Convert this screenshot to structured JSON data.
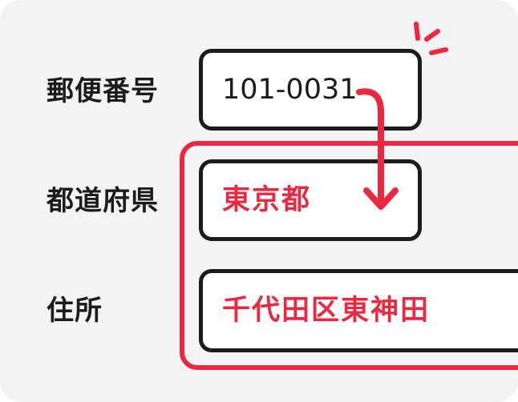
{
  "form": {
    "postal_code": {
      "label": "郵便番号",
      "value": "101-0031"
    },
    "prefecture": {
      "label": "都道府県",
      "value": "東京都"
    },
    "address": {
      "label": "住所",
      "value": "千代田区東神田"
    }
  },
  "colors": {
    "accent": "#ec2740",
    "ink": "#1c1c1c",
    "background": "#f3f2f4",
    "field": "#ffffff"
  },
  "icons": [
    "sparkle-icon",
    "arrow-down-icon"
  ]
}
